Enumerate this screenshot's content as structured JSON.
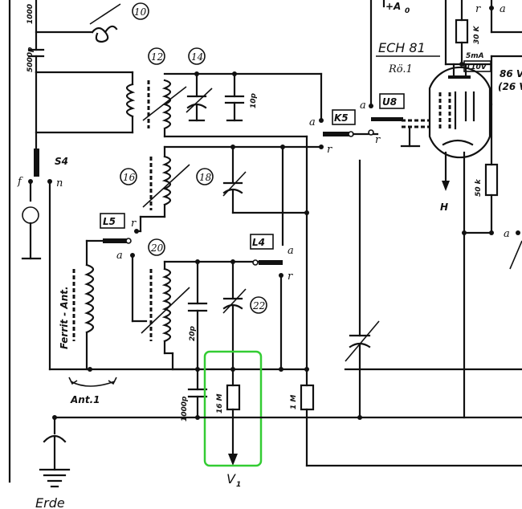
{
  "labels": {
    "top_c": "1000",
    "c5000p": "5000p",
    "n10": "10",
    "n12": "12",
    "n14": "14",
    "c10p": "10p",
    "n16": "16",
    "n18": "18",
    "n20": "20",
    "n22": "22",
    "s4": "S4",
    "s4_f": "f",
    "s4_n": "n",
    "l5": "L5",
    "l5_r": "r",
    "l5_a": "a",
    "l4": "L4",
    "l4_a": "a",
    "l4_r": "r",
    "k5": "K5",
    "k5_a": "a",
    "k5_r1": "r",
    "k5_r2": "r",
    "u8": "U8",
    "u8_a": "a",
    "u8_r": "r",
    "ferrit": "Ferrit - Ant.",
    "ant1": "Ant.1",
    "c20p": "20p",
    "c1000p": "1000p",
    "r16m": "16 M",
    "r1m": "1 M",
    "v1": "V",
    "v1_sub": "1",
    "erde": "Erde",
    "a0": "+A",
    "a0_sub": "0",
    "r_top": "r",
    "a_top": "a",
    "r30k": "30 K",
    "ech81": "ECH 81",
    "ro1": "Rö.1",
    "ma": "5mA",
    "v110": "110V",
    "v86": "86 V",
    "v26": "(26 V",
    "r50k": "50 k",
    "h": "H",
    "a_right": "a"
  },
  "colors": {
    "ink": "#111111",
    "highlight": "#33cc33",
    "paper": "#ffffff"
  }
}
